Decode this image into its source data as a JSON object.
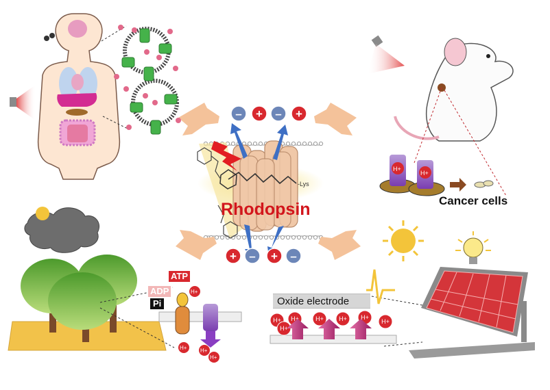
{
  "center": {
    "title": "Rhodopsin",
    "lys_label": "-Lys",
    "top_charges": [
      "–",
      "+",
      "–",
      "+"
    ],
    "bottom_charges": [
      "+",
      "–",
      "+",
      "–"
    ]
  },
  "applications": {
    "mouse_label": "Cancer cells",
    "electrode_label": "Oxide electrode",
    "atp_label": "ATP",
    "adp_label": "ADP",
    "pi_label": "Pi",
    "proton_label": "H+"
  },
  "colors": {
    "arrow": "#f4c29a",
    "title_red": "#d2161c",
    "charge_plus": "#d8282e",
    "charge_minus": "#6c86b8",
    "helix": "#f0c8a8",
    "tree_green": "#6cb03c",
    "soil": "#f2c24a",
    "solar_red": "#d4353a"
  }
}
